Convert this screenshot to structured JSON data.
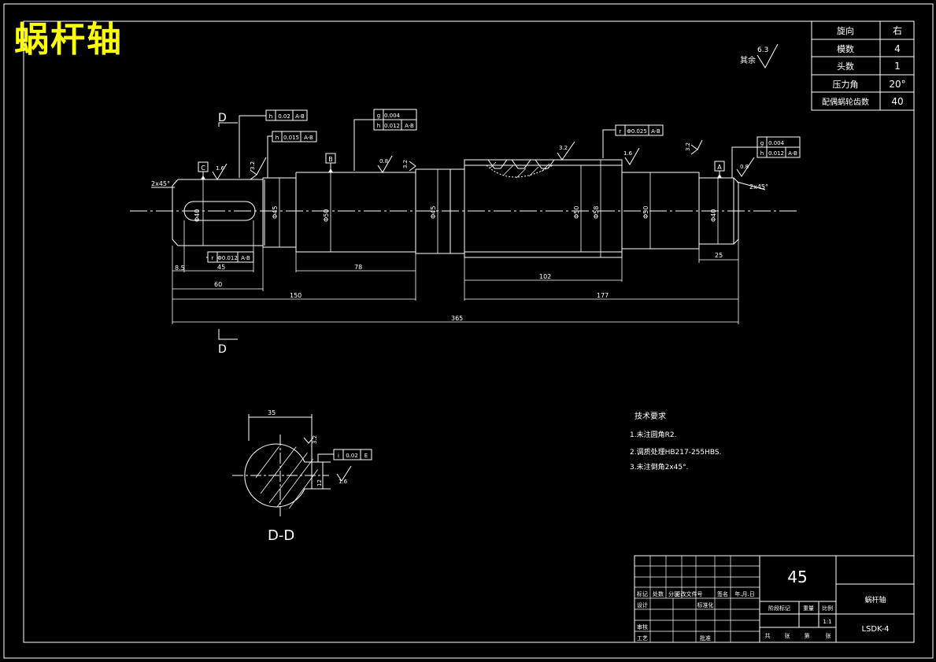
{
  "title": "蜗杆轴",
  "surface_roughness": {
    "rest_label": "其余",
    "rest_value": "6.3"
  },
  "param_table": [
    {
      "label": "旋向",
      "value": "右"
    },
    {
      "label": "模数",
      "value": "4"
    },
    {
      "label": "头数",
      "value": "1"
    },
    {
      "label": "压力角",
      "value": "20°"
    },
    {
      "label": "配偶蜗轮齿数",
      "value": "40"
    }
  ],
  "datums": {
    "a": "A",
    "b": "B",
    "c": "C",
    "e": "E"
  },
  "section_marks": {
    "top": "D",
    "bottom": "D",
    "view_label": "D-D"
  },
  "tolerance_frames": {
    "t1": [
      "h",
      "0.02",
      "A-B"
    ],
    "t2": [
      "h",
      "0.015",
      "A-B"
    ],
    "t3a": [
      "g",
      "0.004",
      ""
    ],
    "t3b": [
      "h",
      "0.012",
      "A-B"
    ],
    "t4": [
      "r",
      "Φ0.025",
      "A-B"
    ],
    "t5a": [
      "g",
      "0.004",
      ""
    ],
    "t5b": [
      "h",
      "0.012",
      "A-B"
    ],
    "t6": [
      "r",
      "Φ0.012",
      "A-B"
    ],
    "t7": [
      "i",
      "0.02",
      "E"
    ]
  },
  "roughness": {
    "r1": "1.6",
    "r2": "3.2",
    "r3": "0.8",
    "r4": "3.2",
    "r5": "3.2",
    "r6": "1.6",
    "r7": "3.2",
    "r8": "0.8",
    "r9": "3.2",
    "r10": "1.6"
  },
  "chamfers": {
    "left": "2x45°",
    "right": "2x45°"
  },
  "dimensions": {
    "d_keyseat": "8.5",
    "d_45": "45",
    "d_60": "60",
    "d_78": "78",
    "d_150": "150",
    "d_102": "102",
    "d_177": "177",
    "d_25": "25",
    "d_365": "365",
    "dia1": "Φ40",
    "dia2": "Φ45",
    "dia3": "Φ50",
    "dia4": "Φ45",
    "dia5": "Φ50",
    "dia6": "Φ58",
    "dia7": "Φ50",
    "dia8": "Φ40",
    "sec_width": "35",
    "sec_key": "12"
  },
  "tech_requirements": {
    "heading": "技术要求",
    "items": [
      "1.未注圆角R2.",
      "2.调质处理HB217-255HBS.",
      "3.未注倒角2x45°."
    ]
  },
  "title_block": {
    "material": "45",
    "part_name": "蜗杆轴",
    "drawing_no": "LSDK-4",
    "header_cells": [
      "标记",
      "处数",
      "分区",
      "更改文件号",
      "签名",
      "年.月.日"
    ],
    "left_rows": [
      "设计",
      "审核",
      "工艺"
    ],
    "mid_rows": [
      "标准化",
      "批准"
    ],
    "stage_cells": [
      "阶段标记",
      "重量",
      "比例"
    ],
    "scale": "1:1",
    "sheet_cells": [
      "共",
      "张",
      "第",
      "张"
    ]
  }
}
